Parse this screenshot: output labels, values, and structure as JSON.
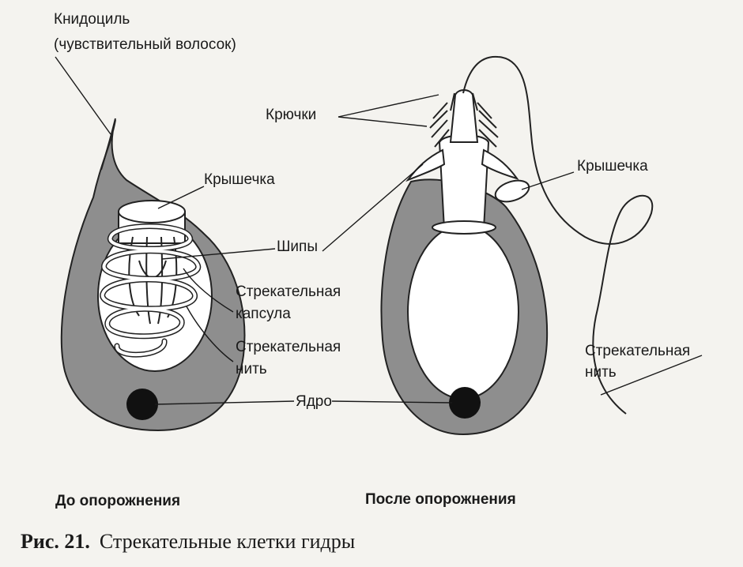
{
  "labels": {
    "cnidocil_line1": "Книдоциль",
    "cnidocil_line2": "(чувствительный волосок)",
    "lid_left": "Крышечка",
    "spines": "Шипы",
    "capsule_line1": "Стрекательная",
    "capsule_line2": "капсула",
    "thread_left_line1": "Стрекательная",
    "thread_left_line2": "нить",
    "nucleus": "Ядро",
    "hooks": "Крючки",
    "lid_right": "Крышечка",
    "thread_right_line1": "Стрекательная",
    "thread_right_line2": "нить"
  },
  "subtitles": {
    "before": "До опорожнения",
    "after": "После опорожнения"
  },
  "caption": {
    "number": "Рис. 21.",
    "text": "Стрекательные клетки гидры"
  }
}
